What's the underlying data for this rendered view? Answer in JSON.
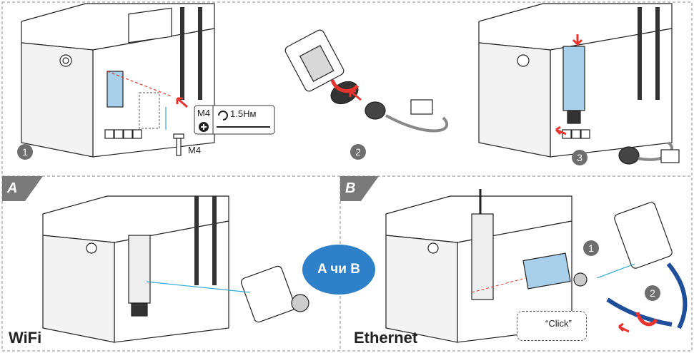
{
  "steps": [
    "1",
    "2",
    "3"
  ],
  "options": {
    "a_tag": "A",
    "b_tag": "B"
  },
  "spec": {
    "screw": "M4",
    "torque": "1.5Нм",
    "screw_label": "M4"
  },
  "labels": {
    "wifi": "WiFi",
    "ethernet": "Ethernet",
    "choice": "A чи B",
    "click": "“Click”"
  },
  "ethernet_steps": [
    "1",
    "2"
  ],
  "colors": {
    "accent_blue": "#2e80c8",
    "module_blue": "#a9d0ea",
    "arrow_red": "#e8332e",
    "line_blue": "#2aa8d8",
    "tag_gray": "#7a7a7a"
  },
  "icons": [
    "rotate-cw-icon",
    "plus-icon",
    "ear-icon",
    "arrow-icon"
  ]
}
